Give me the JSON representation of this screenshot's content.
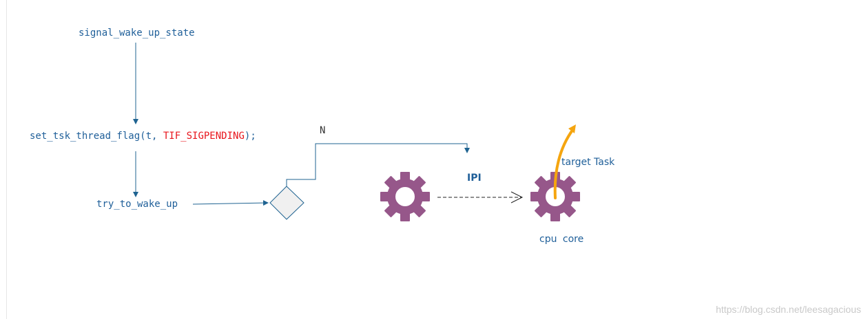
{
  "nodes": {
    "signal_wake_up_state": "signal_wake_up_state",
    "set_flag_prefix": "set_tsk_thread_flag(t, ",
    "set_flag_arg": "TIF_SIGPENDING",
    "set_flag_suffix": ");",
    "try_to_wake_up": "try_to_wake_up"
  },
  "decision": {
    "branch_label": "N"
  },
  "ipi": {
    "label": "IPI"
  },
  "target": {
    "core_label": "cpu core",
    "task_label": "target Task"
  },
  "colors": {
    "flow": "#1f6391",
    "gear": "#96578a",
    "arrow_task": "#f5a50f",
    "highlight": "#e8141b"
  },
  "watermark": "https://blog.csdn.net/leesagacious"
}
